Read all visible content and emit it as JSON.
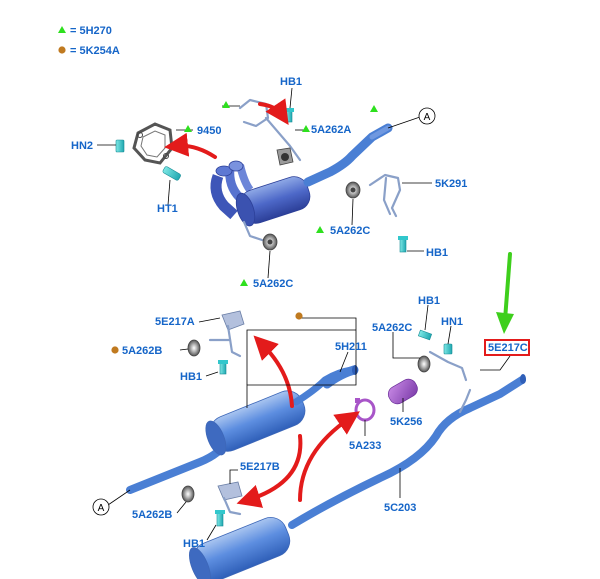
{
  "legend": [
    {
      "code": "5H270",
      "marker": "green-triangle"
    },
    {
      "code": "5K254A",
      "marker": "brown-circle"
    }
  ],
  "callouts": {
    "top_connector": "A",
    "bottom_connector": "A"
  },
  "labels": {
    "hb1_top": "HB1",
    "l_5a262a": "5A262A",
    "l_9450": "9450",
    "hn2": "HN2",
    "ht1": "HT1",
    "l_5k291": "5K291",
    "l_5a262c_upper": "5A262C",
    "hb1_upper_right": "HB1",
    "l_5a262c_lower": "5A262C",
    "l_5e217a": "5E217A",
    "l_5a262b_top": "5A262B",
    "hb1_left": "HB1",
    "l_5h211": "5H211",
    "l_5a262c_mid": "5A262C",
    "hb1_mid": "HB1",
    "hn1": "HN1",
    "l_5e217c": "5E217C",
    "l_5k256": "5K256",
    "l_5a233": "5A233",
    "l_5e217b": "5E217B",
    "l_5a262b_bottom": "5A262B",
    "hb1_bottom": "HB1",
    "l_5c203": "5C203"
  },
  "colors": {
    "label": "#1565c8",
    "highlight_box": "#e31b1b",
    "arrow_red": "#e31b1b",
    "arrow_green": "#3ecf1c",
    "triangle": "#2ee01e",
    "circle": "#c07a20",
    "pipe": "#4a7fd4"
  }
}
